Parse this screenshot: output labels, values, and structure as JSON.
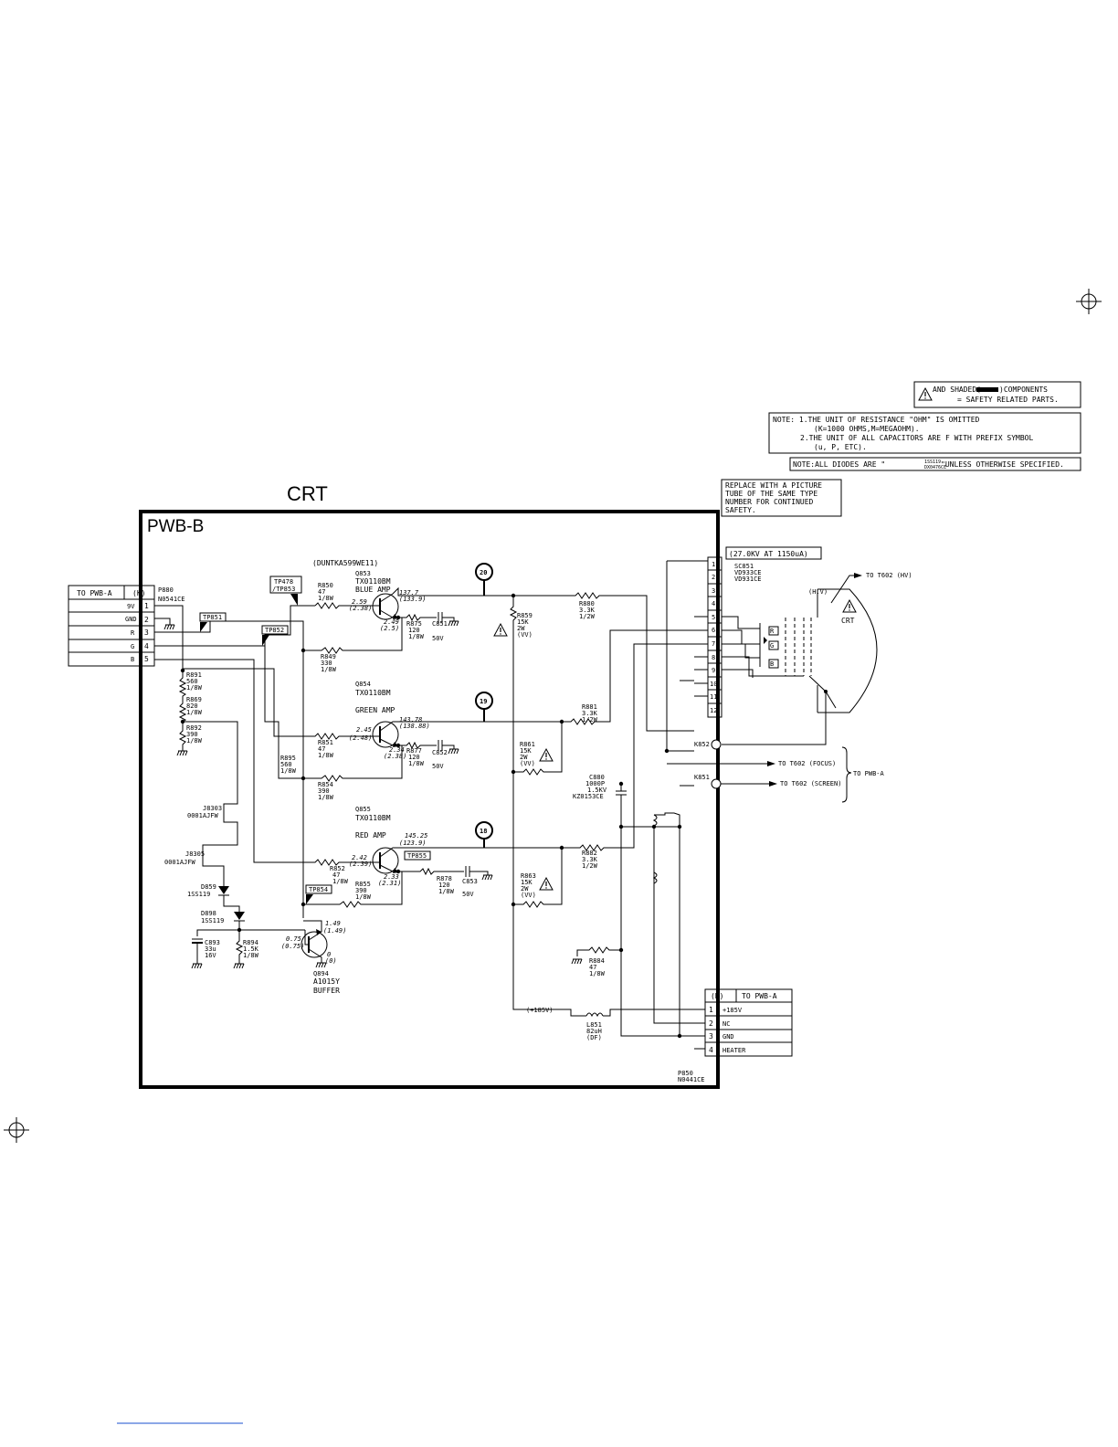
{
  "page": {
    "crt_heading": "CRT",
    "board_label": "PWB-B",
    "part_note": "(DUNTKA599WE11)"
  },
  "notes": {
    "safety_l1_a": "AND SHADED(",
    "safety_l1_b": ")COMPONENTS",
    "safety_l2": "= SAFETY RELATED PARTS.",
    "note1_l1": "NOTE: 1.THE UNIT OF RESISTANCE \"OHM\" IS OMITTED",
    "note1_l2": "(K=1000 OHMS,M=MEGAOHM).",
    "note1_l3": "2.THE UNIT OF ALL CAPACITORS ARE F WITH PREFIX SYMBOL",
    "note1_l4": "(u, P, ETC).",
    "note2_a": "NOTE:ALL DIODES ARE \"",
    "note2_b1": "1SS119",
    "note2_b2": "DX0476CE",
    "note2_c": "\"UNLESS OTHERWISE SPECIFIED.",
    "replace_l1": "REPLACE WITH A PICTURE",
    "replace_l2": "TUBE OF THE SAME TYPE",
    "replace_l3": "NUMBER FOR CONTINUED",
    "replace_l4": "SAFETY.",
    "hv_rating": "(27.0KV AT 1150uA)"
  },
  "conn_k": {
    "title": "TO PWB-A",
    "ref": "(K)",
    "part1": "P880",
    "part2": "N0541CE",
    "pins": [
      {
        "name": "9V",
        "num": "1"
      },
      {
        "name": "GND",
        "num": "2"
      },
      {
        "name": "R",
        "num": "3"
      },
      {
        "name": "G",
        "num": "4"
      },
      {
        "name": "B",
        "num": "5"
      }
    ]
  },
  "conn_h": {
    "ref": "(H)",
    "title": "TO PWB-A",
    "part1": "P850",
    "part2": "N0441CE",
    "pins": [
      {
        "num": "1",
        "name": "+185V"
      },
      {
        "num": "2",
        "name": "NC"
      },
      {
        "num": "3",
        "name": "GND"
      },
      {
        "num": "4",
        "name": "HEATER"
      }
    ]
  },
  "socket": {
    "ref": "SC851",
    "p1": "VD933CE",
    "p2": "VD931CE",
    "pins": [
      "1",
      "2",
      "3",
      "4",
      "5",
      "6",
      "7",
      "8",
      "9",
      "10",
      "11",
      "12"
    ]
  },
  "crt_tube": {
    "label": "CRT",
    "hv": "(H.V)",
    "to_hv": "TO T602 (HV)",
    "r": "R",
    "g": "G",
    "b": "B",
    "k852": "K852",
    "k851": "K851",
    "to_focus": "TO T602 (FOCUS)",
    "to_screen": "TO T602 (SCREEN)",
    "to_pwba": "TO PWB-A"
  },
  "testpoints": {
    "tp478": "TP478",
    "tp853": "/TP853",
    "tp851": "TP851",
    "tp852": "TP852",
    "tp854": "TP854",
    "tp855": "TP855"
  },
  "markers": [
    "20",
    "19",
    "18"
  ],
  "blue": {
    "q": "Q853",
    "type": "TX0110BM",
    "name": "BLUE AMP",
    "vc": "137.7",
    "vc2": "(133.9)",
    "vb": "2.59",
    "vb2": "(2.38)",
    "ve": "2.49",
    "ve2": "(2.5)",
    "r850": [
      "R850",
      "47",
      "1/8W"
    ],
    "r849": [
      "R849",
      "330",
      "1/8W"
    ],
    "r875": [
      "R875",
      "120",
      "1/8W"
    ],
    "c851": [
      "C851",
      "50V"
    ],
    "r859": [
      "R859",
      "15K",
      "2W",
      "(VV)"
    ],
    "r880": [
      "R880",
      "3.3K",
      "1/2W"
    ]
  },
  "green": {
    "q": "Q854",
    "type": "TX0110BM",
    "name": "GREEN AMP",
    "vc": "143.78",
    "vc2": "(138.88)",
    "vb": "2.45",
    "vb2": "(2.48)",
    "ve": "2.34",
    "ve2": "(2.38)",
    "r851": [
      "R851",
      "47",
      "1/8W"
    ],
    "r854": [
      "R854",
      "390",
      "1/8W"
    ],
    "r877": [
      "R877",
      "120",
      "1/8W"
    ],
    "c852": [
      "C852",
      "50V"
    ],
    "r861": [
      "R861",
      "15K",
      "2W",
      "(VV)"
    ],
    "r881": [
      "R881",
      "3.3K",
      "1/2W"
    ],
    "r895": [
      "R895",
      "560",
      "1/8W"
    ]
  },
  "red": {
    "q": "Q855",
    "type": "TX0110BM",
    "name": "RED AMP",
    "vc": "145.25",
    "vc2": "(123.9)",
    "vb": "2.42",
    "vb2": "(2.39)",
    "ve": "2.33",
    "ve2": "(2.31)",
    "r852": [
      "R852",
      "47",
      "1/8W"
    ],
    "r855": [
      "R855",
      "390",
      "1/8W"
    ],
    "r878": [
      "R878",
      "120",
      "1/8W"
    ],
    "c853": [
      "C853",
      "50V"
    ],
    "r863": [
      "R863",
      "15K",
      "2W",
      "(VV)"
    ],
    "r882": [
      "R882",
      "3.3K",
      "1/2W"
    ]
  },
  "left": {
    "r891": [
      "R891",
      "560",
      "1/8W"
    ],
    "r869": [
      "R869",
      "820",
      "1/8W"
    ],
    "r892": [
      "R892",
      "390",
      "1/8W"
    ],
    "j8303": [
      "J8303",
      "0001AJFW"
    ],
    "j8305": [
      "J8305",
      "0001AJFW"
    ],
    "d859": [
      "D859",
      "1SS119"
    ],
    "d898": [
      "D898",
      "1SS119"
    ],
    "c893": [
      "C893",
      "33u",
      "16V"
    ],
    "r894": [
      "R894",
      "1.5K",
      "1/8W"
    ]
  },
  "buffer": {
    "q": "Q894",
    "type": "A1015Y",
    "name": "BUFFER",
    "ve": "1.49",
    "ve2": "(1.49)",
    "vb": "0.75",
    "vb2": "(0.75)",
    "vc": "0",
    "vc2": "(0)"
  },
  "supply": {
    "c880": [
      "C880",
      "1000P",
      "1.5KV",
      "KZ0153CE"
    ],
    "r884": [
      "R884",
      "47",
      "1/8W"
    ],
    "l851": [
      "L851",
      "82uH",
      "(DF)"
    ],
    "rail": "(+185V)"
  }
}
